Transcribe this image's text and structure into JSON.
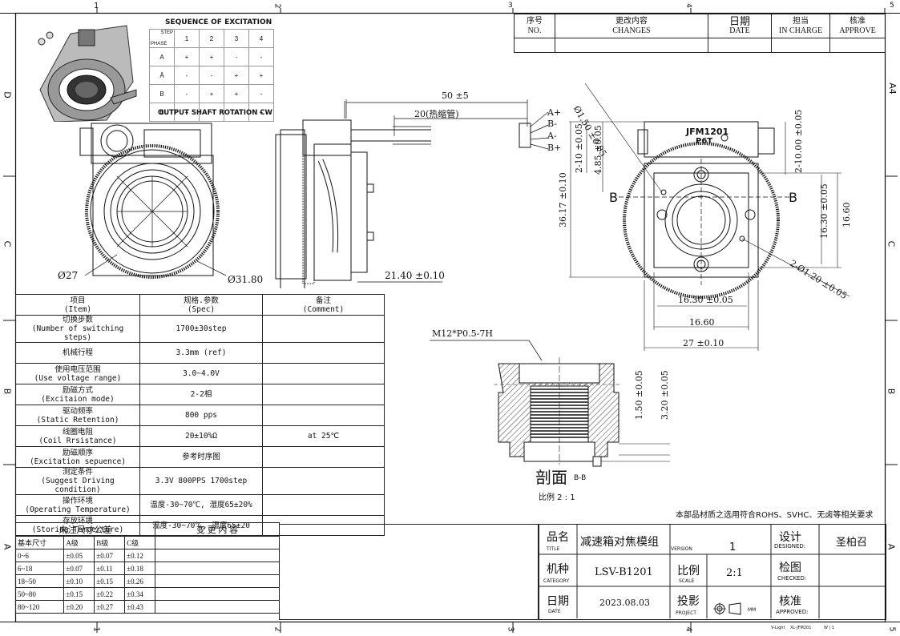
{
  "border": {
    "top_numbers": [
      "1",
      "2",
      "3",
      "4",
      "5"
    ],
    "bottom_numbers": [
      "1",
      "2",
      "3",
      "4",
      "5"
    ],
    "left_letters": [
      "D",
      "C",
      "B",
      "A"
    ],
    "right_letters": [
      "A4",
      "C",
      "B",
      "A"
    ]
  },
  "changes_table": {
    "headers": [
      {
        "cn": "序号",
        "en": "NO."
      },
      {
        "cn": "更改内容",
        "en": "CHANGES"
      },
      {
        "cn": "日期",
        "en": "DATE"
      },
      {
        "cn": "担当",
        "en": "IN CHARGE"
      },
      {
        "cn": "核准",
        "en": "APPROVE"
      }
    ]
  },
  "excitation": {
    "title": "SEQUENCE OF EXCITATION",
    "step_label": "STEP",
    "phase_label": "PHASE",
    "steps": [
      "1",
      "2",
      "3",
      "4"
    ],
    "rows": [
      {
        "phase": "A",
        "values": [
          "+",
          "+",
          "-",
          "-"
        ]
      },
      {
        "phase": "Ā",
        "values": [
          "-",
          "-",
          "+",
          "+"
        ]
      },
      {
        "phase": "B",
        "values": [
          "-",
          "+",
          "+",
          "-"
        ]
      },
      {
        "phase": "B̄",
        "values": [
          "+",
          "-",
          "-",
          "+"
        ]
      }
    ],
    "footer": "OUTPUT SHAFT ROTATION  CW"
  },
  "dimensions": {
    "front_d27": "Ø27",
    "front_d31": "Ø31.80",
    "side_50": "50 ±5",
    "side_20": "20(热缩管)",
    "side_2140": "21.40 ±0.10",
    "wires": [
      "A+",
      "B-",
      "A-",
      "B+"
    ],
    "top_hole": "Ø1.50 ±0.05",
    "v_2_10": "2-10 ±0.05",
    "v_485": "4.85 ±0.05",
    "v_3617": "36.17 ±0.10",
    "v_2_1000": "2-10.00 ±0.05",
    "v_1630": "16.30 ±0.05",
    "v_1660": "16.60",
    "h_1630": "16.30 ±0.05",
    "h_1660": "16.60",
    "h_27": "27 ±0.10",
    "bottom_hole": "2-Ø1.20 ±0.05",
    "label_chip": "JFM1201",
    "label_chip2": "P6T",
    "section_b": "B",
    "thread": "M12*P0.5-7H",
    "sec_150": "1.50 ±0.05",
    "sec_320": "3.20 ±0.05",
    "section_title": "剖面",
    "section_sub": "B-B",
    "scale_label": "比例 2 : 1"
  },
  "specs": {
    "header": {
      "item_cn": "项目",
      "item_en": "(Item)",
      "spec_cn": "规格.参数",
      "spec_en": "(Spec)",
      "comment_cn": "备注",
      "comment_en": "(Comment)"
    },
    "rows": [
      {
        "cn": "切换步数",
        "en": "(Number of switching steps)",
        "value": "1700±30step",
        "comment": ""
      },
      {
        "cn": "机械行程",
        "en": "",
        "value": "3.3mm (ref)",
        "comment": ""
      },
      {
        "cn": "使用电压范围",
        "en": "(Use voltage range)",
        "value": "3.0~4.0V",
        "comment": ""
      },
      {
        "cn": "励磁方式",
        "en": "(Excitaion mode)",
        "value": "2-2相",
        "comment": ""
      },
      {
        "cn": "驱动频率",
        "en": "(Static Retention)",
        "value": "800 pps",
        "comment": ""
      },
      {
        "cn": "线圈电阻",
        "en": "(Coil Rrsistance)",
        "value": "20±10%Ω",
        "comment": "at 25℃"
      },
      {
        "cn": "励磁顺序",
        "en": "(Excitation sepuence)",
        "value": "参考时序图",
        "comment": ""
      },
      {
        "cn": "测定条件",
        "en": "(Suggest Driving condition)",
        "value": "3.3V 800PPS 1700step",
        "comment": ""
      },
      {
        "cn": "操作环境",
        "en": "(Operating Temperature)",
        "value": "温度-30~70℃, 湿度65±20%",
        "comment": ""
      },
      {
        "cn": "存放环境",
        "en": "(Storing Temperture)",
        "value": "温度-30~70℃, 湿度65±20",
        "comment": ""
      }
    ]
  },
  "material_note": "本部品材质之选用符合ROHS、SVHC、无卤等相关要求",
  "tolerance": {
    "title": "未注尺寸公差",
    "changes_title": "变 更 内 容",
    "headers": [
      "基本尺寸",
      "A级",
      "B级",
      "C级"
    ],
    "rows": [
      [
        "0~6",
        "±0.05",
        "±0.07",
        "±0.12"
      ],
      [
        "6~18",
        "±0.07",
        "±0.11",
        "±0.18"
      ],
      [
        "18~50",
        "±0.10",
        "±0.15",
        "±0.26"
      ],
      [
        "50~80",
        "±0.15",
        "±0.22",
        "±0.34"
      ],
      [
        "80~120",
        "±0.20",
        "±0.27",
        "±0.43"
      ]
    ]
  },
  "title_block": {
    "title_cn": "品名",
    "title_en": "TITLE",
    "title_value": "减速箱对焦模组",
    "version_label": "VERSION",
    "version_value": "1",
    "category_cn": "机种",
    "category_en": "CATEGORY",
    "category_value": "LSV-B1201",
    "scale_cn": "比例",
    "scale_en": "SCALE",
    "scale_value": "2:1",
    "date_cn": "日期",
    "date_en": "DATE",
    "date_value": "2023.08.03",
    "project_cn": "投影",
    "project_en": "PROJECT",
    "project_unit": "MM",
    "designed_cn": "设计",
    "designed_en": "DESIGNED:",
    "designer": "圣柏召",
    "checked_cn": "检图",
    "checked_en": "CHECKED:",
    "approved_cn": "核准",
    "approved_en": "APPROVED:",
    "footer_left": "V-Light",
    "footer_mid": "XL-JFM201",
    "footer_right": "W | 1"
  }
}
